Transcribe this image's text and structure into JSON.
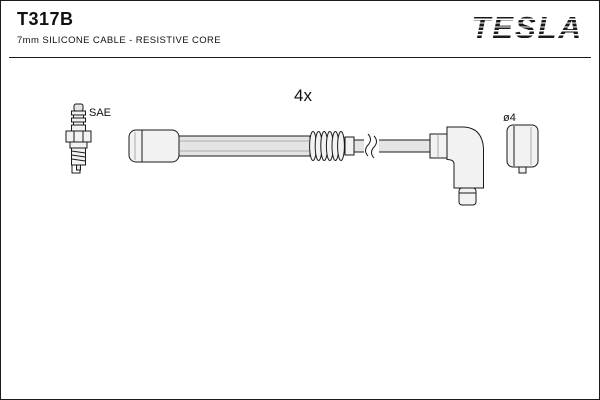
{
  "header": {
    "part_number": "T317B",
    "description": "7mm SILICONE CABLE - RESISTIVE CORE",
    "brand": "TESLA"
  },
  "diagram": {
    "quantity_label": "4x",
    "spark_plug_label": "SAE",
    "diameter_label": "ø4"
  },
  "colors": {
    "outline": "#1a1a1a",
    "fill_light": "#f2f2f2",
    "fill_mid": "#e4e4e4",
    "background": "#ffffff",
    "text": "#111111"
  }
}
